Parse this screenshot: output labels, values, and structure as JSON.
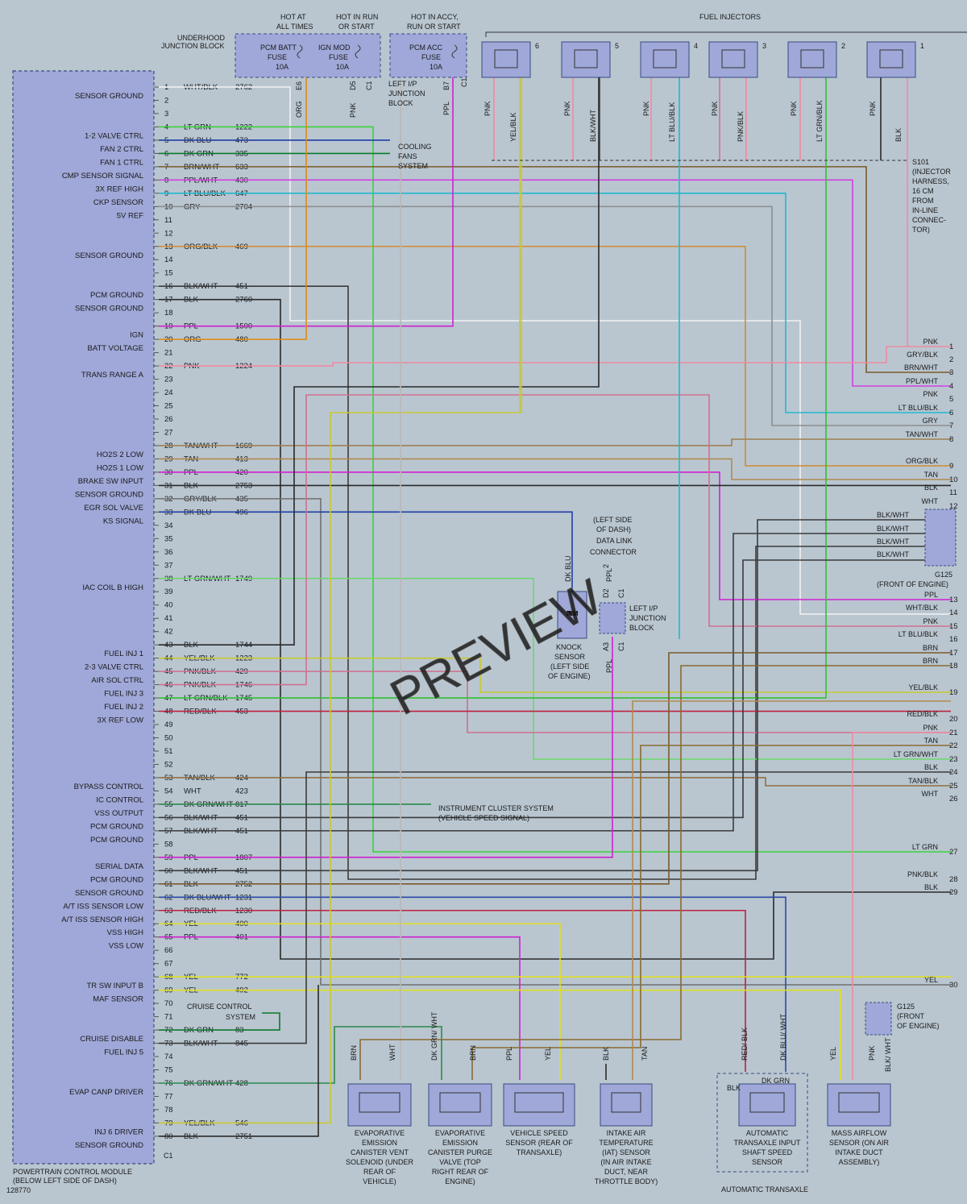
{
  "pcm": {
    "title": "POWERTRAIN CONTROL MODULE",
    "subtitle": "(BELOW LEFT SIDE OF DASH)",
    "connector": "C1",
    "image_number": "128770"
  },
  "pcm_pins": [
    {
      "pin": "1",
      "label": "SENSOR GROUND",
      "color": "WHT/BLK",
      "circuit": "2762",
      "wire": "#f2f2f2"
    },
    {
      "pin": "2",
      "label": "",
      "color": "",
      "circuit": "",
      "wire": ""
    },
    {
      "pin": "3",
      "label": "",
      "color": "",
      "circuit": "",
      "wire": ""
    },
    {
      "pin": "4",
      "label": "1-2 VALVE CTRL",
      "color": "LT GRN",
      "circuit": "1222",
      "wire": "#3ad23a"
    },
    {
      "pin": "5",
      "label": "FAN 2 CTRL",
      "color": "DK BLU",
      "circuit": "473",
      "wire": "#1f3fa6"
    },
    {
      "pin": "6",
      "label": "FAN 1 CTRL",
      "color": "DK GRN",
      "circuit": "335",
      "wire": "#0a7a2a"
    },
    {
      "pin": "7",
      "label": "CMP SENSOR SIGNAL",
      "color": "BRN/WHT",
      "circuit": "633",
      "wire": "#7a5a2a"
    },
    {
      "pin": "8",
      "label": "3X REF HIGH",
      "color": "PPL/WHT",
      "circuit": "430",
      "wire": "#d040e0"
    },
    {
      "pin": "9",
      "label": "CKP SENSOR",
      "color": "LT BLU/BLK",
      "circuit": "647",
      "wire": "#22b8d0"
    },
    {
      "pin": "10",
      "label": "5V REF",
      "color": "GRY",
      "circuit": "2704",
      "wire": "#8e8e8e"
    },
    {
      "pin": "11",
      "label": "",
      "color": "",
      "circuit": "",
      "wire": ""
    },
    {
      "pin": "12",
      "label": "",
      "color": "",
      "circuit": "",
      "wire": ""
    },
    {
      "pin": "13",
      "label": "SENSOR GROUND",
      "color": "ORG/BLK",
      "circuit": "469",
      "wire": "#d08a30"
    },
    {
      "pin": "14",
      "label": "",
      "color": "",
      "circuit": "",
      "wire": ""
    },
    {
      "pin": "15",
      "label": "",
      "color": "",
      "circuit": "",
      "wire": ""
    },
    {
      "pin": "16",
      "label": "PCM GROUND",
      "color": "BLK/WHT",
      "circuit": "451",
      "wire": "#3b3b3b"
    },
    {
      "pin": "17",
      "label": "SENSOR GROUND",
      "color": "BLK",
      "circuit": "2760",
      "wire": "#2a2a2a"
    },
    {
      "pin": "18",
      "label": "",
      "color": "",
      "circuit": "",
      "wire": ""
    },
    {
      "pin": "19",
      "label": "IGN",
      "color": "PPL",
      "circuit": "1500",
      "wire": "#d020d0"
    },
    {
      "pin": "20",
      "label": "BATT VOLTAGE",
      "color": "ORG",
      "circuit": "480",
      "wire": "#e08a10"
    },
    {
      "pin": "21",
      "label": "",
      "color": "",
      "circuit": "",
      "wire": ""
    },
    {
      "pin": "22",
      "label": "TRANS RANGE A",
      "color": "PNK",
      "circuit": "1224",
      "wire": "#f08aa0"
    },
    {
      "pin": "23",
      "label": "",
      "color": "",
      "circuit": "",
      "wire": ""
    },
    {
      "pin": "24",
      "label": "",
      "color": "",
      "circuit": "",
      "wire": ""
    },
    {
      "pin": "25",
      "label": "",
      "color": "",
      "circuit": "",
      "wire": ""
    },
    {
      "pin": "26",
      "label": "",
      "color": "",
      "circuit": "",
      "wire": ""
    },
    {
      "pin": "27",
      "label": "",
      "color": "",
      "circuit": "",
      "wire": ""
    },
    {
      "pin": "28",
      "label": "HO2S 2 LOW",
      "color": "TAN/WHT",
      "circuit": "1669",
      "wire": "#a08050"
    },
    {
      "pin": "29",
      "label": "HO2S 1 LOW",
      "color": "TAN",
      "circuit": "413",
      "wire": "#b08a50"
    },
    {
      "pin": "30",
      "label": "BRAKE SW INPUT",
      "color": "PPL",
      "circuit": "420",
      "wire": "#d020d0"
    },
    {
      "pin": "31",
      "label": "SENSOR GROUND",
      "color": "BLK",
      "circuit": "2753",
      "wire": "#2a2a2a"
    },
    {
      "pin": "32",
      "label": "EGR SOL VALVE",
      "color": "GRY/BLK",
      "circuit": "435",
      "wire": "#707070"
    },
    {
      "pin": "33",
      "label": "KS SIGNAL",
      "color": "DK BLU",
      "circuit": "496",
      "wire": "#1f3fa6"
    },
    {
      "pin": "34",
      "label": "",
      "color": "",
      "circuit": "",
      "wire": ""
    },
    {
      "pin": "35",
      "label": "",
      "color": "",
      "circuit": "",
      "wire": ""
    },
    {
      "pin": "36",
      "label": "",
      "color": "",
      "circuit": "",
      "wire": ""
    },
    {
      "pin": "37",
      "label": "",
      "color": "",
      "circuit": "",
      "wire": ""
    },
    {
      "pin": "38",
      "label": "IAC COIL B HIGH",
      "color": "LT GRN/WHT",
      "circuit": "1749",
      "wire": "#6ad86a"
    },
    {
      "pin": "39",
      "label": "",
      "color": "",
      "circuit": "",
      "wire": ""
    },
    {
      "pin": "40",
      "label": "",
      "color": "",
      "circuit": "",
      "wire": ""
    },
    {
      "pin": "41",
      "label": "",
      "color": "",
      "circuit": "",
      "wire": ""
    },
    {
      "pin": "42",
      "label": "",
      "color": "",
      "circuit": "",
      "wire": ""
    },
    {
      "pin": "43",
      "label": "FUEL INJ 1",
      "color": "BLK",
      "circuit": "1744",
      "wire": "#2a2a2a"
    },
    {
      "pin": "44",
      "label": "2-3 VALVE CTRL",
      "color": "YEL/BLK",
      "circuit": "1223",
      "wire": "#c8c830"
    },
    {
      "pin": "45",
      "label": "AIR SOL CTRL",
      "color": "PNK/BLK",
      "circuit": "429",
      "wire": "#d07090"
    },
    {
      "pin": "46",
      "label": "FUEL INJ 3",
      "color": "PNK/BLK",
      "circuit": "1746",
      "wire": "#d07090"
    },
    {
      "pin": "47",
      "label": "FUEL INJ 2",
      "color": "LT GRN/BLK",
      "circuit": "1745",
      "wire": "#30c030"
    },
    {
      "pin": "48",
      "label": "3X REF LOW",
      "color": "RED/BLK",
      "circuit": "453",
      "wire": "#c02040"
    },
    {
      "pin": "49",
      "label": "",
      "color": "",
      "circuit": "",
      "wire": ""
    },
    {
      "pin": "50",
      "label": "",
      "color": "",
      "circuit": "",
      "wire": ""
    },
    {
      "pin": "51",
      "label": "",
      "color": "",
      "circuit": "",
      "wire": ""
    },
    {
      "pin": "52",
      "label": "",
      "color": "",
      "circuit": "",
      "wire": ""
    },
    {
      "pin": "53",
      "label": "BYPASS CONTROL",
      "color": "TAN/BLK",
      "circuit": "424",
      "wire": "#907040"
    },
    {
      "pin": "54",
      "label": "IC CONTROL",
      "color": "WHT",
      "circuit": "423",
      "wire": "#f2f2f2"
    },
    {
      "pin": "55",
      "label": "VSS OUTPUT",
      "color": "DK GRN/WHT",
      "circuit": "817",
      "wire": "#2a8a4a"
    },
    {
      "pin": "56",
      "label": "PCM GROUND",
      "color": "BLK/WHT",
      "circuit": "451",
      "wire": "#3b3b3b"
    },
    {
      "pin": "57",
      "label": "PCM GROUND",
      "color": "BLK/WHT",
      "circuit": "451",
      "wire": "#3b3b3b"
    },
    {
      "pin": "58",
      "label": "",
      "color": "",
      "circuit": "",
      "wire": ""
    },
    {
      "pin": "59",
      "label": "SERIAL DATA",
      "color": "PPL",
      "circuit": "1807",
      "wire": "#d020d0"
    },
    {
      "pin": "60",
      "label": "PCM GROUND",
      "color": "BLK/WHT",
      "circuit": "451",
      "wire": "#3b3b3b"
    },
    {
      "pin": "61",
      "label": "SENSOR GROUND",
      "color": "BLK",
      "circuit": "2752",
      "wire": "#2a2a2a"
    },
    {
      "pin": "62",
      "label": "A/T ISS SENSOR LOW",
      "color": "DK BLU/WHT",
      "circuit": "1231",
      "wire": "#2a4aa6"
    },
    {
      "pin": "63",
      "label": "A/T ISS SENSOR HIGH",
      "color": "RED/BLK",
      "circuit": "1230",
      "wire": "#c02040"
    },
    {
      "pin": "64",
      "label": "VSS HIGH",
      "color": "YEL",
      "circuit": "400",
      "wire": "#e0e020"
    },
    {
      "pin": "65",
      "label": "VSS LOW",
      "color": "PPL",
      "circuit": "401",
      "wire": "#d020d0"
    },
    {
      "pin": "66",
      "label": "",
      "color": "",
      "circuit": "",
      "wire": ""
    },
    {
      "pin": "67",
      "label": "",
      "color": "",
      "circuit": "",
      "wire": ""
    },
    {
      "pin": "68",
      "label": "TR SW INPUT B",
      "color": "YEL",
      "circuit": "772",
      "wire": "#e0e020"
    },
    {
      "pin": "69",
      "label": "MAF SENSOR",
      "color": "YEL",
      "circuit": "492",
      "wire": "#e0e020"
    },
    {
      "pin": "70",
      "label": "",
      "color": "CRUISE CONTROL",
      "circuit": "",
      "wire": ""
    },
    {
      "pin": "71",
      "label": "",
      "color": "",
      "circuit": "",
      "wire": ""
    },
    {
      "pin": "72",
      "label": "CRUISE DISABLE",
      "color": "DK GRN",
      "circuit": "83",
      "wire": "#0a7a2a"
    },
    {
      "pin": "73",
      "label": "FUEL INJ 5",
      "color": "BLK/WHT",
      "circuit": "845",
      "wire": "#3b3b3b"
    },
    {
      "pin": "74",
      "label": "",
      "color": "",
      "circuit": "",
      "wire": ""
    },
    {
      "pin": "75",
      "label": "",
      "color": "",
      "circuit": "",
      "wire": ""
    },
    {
      "pin": "76",
      "label": "EVAP CANP DRIVER",
      "color": "DK GRN/WHT",
      "circuit": "428",
      "wire": "#2a8a4a"
    },
    {
      "pin": "77",
      "label": "",
      "color": "",
      "circuit": "",
      "wire": ""
    },
    {
      "pin": "78",
      "label": "",
      "color": "",
      "circuit": "",
      "wire": ""
    },
    {
      "pin": "79",
      "label": "INJ 6 DRIVER",
      "color": "YEL/BLK",
      "circuit": "546",
      "wire": "#c8c830"
    },
    {
      "pin": "80",
      "label": "SENSOR GROUND",
      "color": "BLK",
      "circuit": "2751",
      "wire": "#2a2a2a"
    }
  ],
  "pcm_side_labels": {
    "cruise_text": "CRUISE CONTROL SYSTEM",
    "cooling_text": "COOLING FANS SYSTEM",
    "cluster_text": "INSTRUMENT CLUSTER SYSTEM (VEHICLE SPEED SIGNAL)"
  },
  "fuses": {
    "hot_at_all_times": "HOT AT ALL TIMES",
    "hot_in_run": "HOT IN RUN OR START",
    "hot_in_accy": "HOT IN ACCY, RUN OR START",
    "underhood": "UNDERHOOD JUNCTION BLOCK",
    "pcm_batt": "PCM BATT FUSE 10A",
    "ign_mod": "IGN MOD FUSE 10A",
    "pcm_acc": "PCM ACC FUSE 10A",
    "left_ip": "LEFT I/P JUNCTION BLOCK",
    "e6": "E6",
    "d5": "D5",
    "c1": "C1",
    "b7": "B7",
    "c1b": "C1",
    "org": "ORG",
    "pnk": "PNK",
    "ppl": "PPL"
  },
  "injectors": {
    "title": "FUEL INJECTORS",
    "items": [
      {
        "num": "6",
        "a": "PNK",
        "b": "YEL/BLK"
      },
      {
        "num": "5",
        "a": "PNK",
        "b": "BLK/WHT"
      },
      {
        "num": "4",
        "a": "PNK",
        "b": "LT BLU/BLK"
      },
      {
        "num": "3",
        "a": "PNK",
        "b": "PNK/BLK"
      },
      {
        "num": "2",
        "a": "PNK",
        "b": "LT GRN/BLK"
      },
      {
        "num": "1",
        "a": "PNK",
        "b": "BLK"
      }
    ],
    "splice": "S101",
    "splice_note": "(INJECTOR HARNESS, 16 CM FROM IN-LINE CONNEC- TOR)"
  },
  "right_pins": [
    {
      "num": "1",
      "color": "PNK"
    },
    {
      "num": "2",
      "color": "GRY/BLK"
    },
    {
      "num": "3",
      "color": "BRN/WHT"
    },
    {
      "num": "4",
      "color": "PPL/WHT"
    },
    {
      "num": "5",
      "color": "PNK"
    },
    {
      "num": "6",
      "color": "LT BLU/BLK"
    },
    {
      "num": "7",
      "color": "GRY"
    },
    {
      "num": "8",
      "color": "TAN/WHT"
    },
    {
      "num": "9",
      "color": "ORG/BLK"
    },
    {
      "num": "10",
      "color": "TAN"
    },
    {
      "num": "11",
      "color": "BLK"
    },
    {
      "num": "12",
      "color": "WHT"
    },
    {
      "num": "13",
      "color": "PPL"
    },
    {
      "num": "14",
      "color": "WHT/BLK"
    },
    {
      "num": "15",
      "color": "PNK"
    },
    {
      "num": "16",
      "color": "LT BLU/BLK"
    },
    {
      "num": "17",
      "color": "BRN"
    },
    {
      "num": "18",
      "color": "BRN"
    },
    {
      "num": "19",
      "color": "YEL/BLK"
    },
    {
      "num": "20",
      "color": "RED/BLK"
    },
    {
      "num": "21",
      "color": "PNK"
    },
    {
      "num": "22",
      "color": "TAN"
    },
    {
      "num": "23",
      "color": "LT GRN/WHT"
    },
    {
      "num": "24",
      "color": "BLK"
    },
    {
      "num": "25",
      "color": "TAN/BLK"
    },
    {
      "num": "26",
      "color": "WHT"
    },
    {
      "num": "27",
      "color": "LT GRN"
    },
    {
      "num": "28",
      "color": "PNK/BLK"
    },
    {
      "num": "29",
      "color": "BLK"
    },
    {
      "num": "30",
      "color": "YEL"
    }
  ],
  "g125": {
    "label": "G125",
    "note": "(FRONT OF ENGINE)",
    "blkwht": "BLK/WHT",
    "note2": "(FRONT OF ENGINE)"
  },
  "dlc": {
    "note": "(LEFT SIDE OF DASH) DATA LINK CONNECTOR",
    "dk_blu": "DK BLU",
    "ppl": "PPL",
    "pin2": "2",
    "d2": "D2",
    "a3": "A3",
    "c1": "C1",
    "left_ip": "LEFT I/P JUNCTION BLOCK"
  },
  "knock": {
    "title": "KNOCK SENSOR (LEFT SIDE OF ENGINE)"
  },
  "bottom_components": [
    {
      "title": "EVAPORATIVE EMISSION CANISTER VENT SOLENOID (UNDER REAR OF VEHICLE)",
      "a": "BRN",
      "b": "WHT"
    },
    {
      "title": "EVAPORATIVE EMISSION CANISTER PURGE VALVE (TOP RIGHT REAR OF ENGINE)",
      "a": "DK GRN/ WHT",
      "b": "BRN"
    },
    {
      "title": "VEHICLE SPEED SENSOR (REAR OF TRANSAXLE)",
      "a": "PPL",
      "b": "YEL"
    },
    {
      "title": "INTAKE AIR TEMPERATURE (IAT) SENSOR (IN AIR INTAKE DUCT, NEAR THROTTLE BODY)",
      "a": "BLK",
      "b": "TAN"
    },
    {
      "title": "AUTOMATIC TRANSAXLE INPUT SHAFT SPEED SENSOR",
      "a": "RED/ BLK",
      "b": "DK BLU/ WHT",
      "sub": "AUTOMATIC TRANSAXLE"
    },
    {
      "title": "MASS AIRFLOW SENSOR (ON AIR INTAKE DUCT ASSEMBLY)",
      "a": "YEL",
      "b": "PNK",
      "c": "BLK/ WHT"
    }
  ],
  "iss_inner": {
    "blk": "BLK",
    "dk_grn": "DK GRN"
  },
  "watermark": "PREVIEW"
}
